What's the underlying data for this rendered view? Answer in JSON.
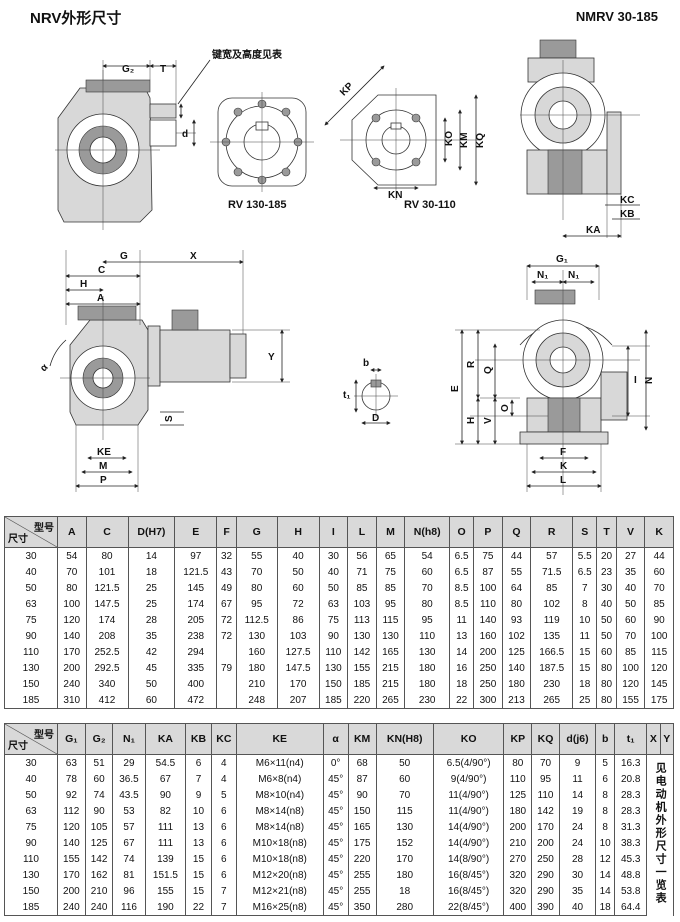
{
  "title_left": "NRV外形尺寸",
  "title_right": "NMRV 30-185",
  "drawing": {
    "key_note": "键宽及高度见表",
    "view_rv130": "RV 130-185",
    "view_rv30": "RV 30-110",
    "dims": {
      "G2": "G₂",
      "T": "T",
      "d": "d",
      "KP": "KP",
      "KO": "KO",
      "KM": "KM",
      "KQ": "KQ",
      "KN": "KN",
      "KC": "KC",
      "KB": "KB",
      "KA": "KA",
      "G": "G",
      "X": "X",
      "C": "C",
      "H": "H",
      "A": "A",
      "Y": "Y",
      "S": "S",
      "KE": "KE",
      "M": "M",
      "P": "P",
      "alpha": "α",
      "b": "b",
      "t1": "t₁",
      "D": "D",
      "G1": "G₁",
      "N1": "N₁",
      "E": "E",
      "R": "R",
      "Q": "Q",
      "V": "V",
      "O": "O",
      "I": "I",
      "N": "N",
      "F": "F",
      "K": "K",
      "L": "L"
    }
  },
  "table1": {
    "corner_top": "型号",
    "corner_bottom": "尺寸",
    "headers": [
      "A",
      "C",
      "D(H7)",
      "E",
      "F",
      "G",
      "H",
      "I",
      "L",
      "M",
      "N(h8)",
      "O",
      "P",
      "Q",
      "R",
      "S",
      "T",
      "V",
      "K"
    ],
    "rows": [
      [
        "30",
        "54",
        "80",
        "14",
        "97",
        "32",
        "55",
        "40",
        "30",
        "56",
        "65",
        "54",
        "6.5",
        "75",
        "44",
        "57",
        "5.5",
        "20",
        "27",
        "44"
      ],
      [
        "40",
        "70",
        "101",
        "18",
        "121.5",
        "43",
        "70",
        "50",
        "40",
        "71",
        "75",
        "60",
        "6.5",
        "87",
        "55",
        "71.5",
        "6.5",
        "23",
        "35",
        "60"
      ],
      [
        "50",
        "80",
        "121.5",
        "25",
        "145",
        "49",
        "80",
        "60",
        "50",
        "85",
        "85",
        "70",
        "8.5",
        "100",
        "64",
        "85",
        "7",
        "30",
        "40",
        "70"
      ],
      [
        "63",
        "100",
        "147.5",
        "25",
        "174",
        "67",
        "95",
        "72",
        "63",
        "103",
        "95",
        "80",
        "8.5",
        "110",
        "80",
        "102",
        "8",
        "40",
        "50",
        "85"
      ],
      [
        "75",
        "120",
        "174",
        "28",
        "205",
        "72",
        "112.5",
        "86",
        "75",
        "113",
        "115",
        "95",
        "11",
        "140",
        "93",
        "119",
        "10",
        "50",
        "60",
        "90"
      ],
      [
        "90",
        "140",
        "208",
        "35",
        "238",
        "72",
        "130",
        "103",
        "90",
        "130",
        "130",
        "110",
        "13",
        "160",
        "102",
        "135",
        "11",
        "50",
        "70",
        "100"
      ],
      [
        "110",
        "170",
        "252.5",
        "42",
        "294",
        "",
        "160",
        "127.5",
        "110",
        "142",
        "165",
        "130",
        "14",
        "200",
        "125",
        "166.5",
        "15",
        "60",
        "85",
        "115"
      ],
      [
        "130",
        "200",
        "292.5",
        "45",
        "335",
        "79",
        "180",
        "147.5",
        "130",
        "155",
        "215",
        "180",
        "16",
        "250",
        "140",
        "187.5",
        "15",
        "80",
        "100",
        "120"
      ],
      [
        "150",
        "240",
        "340",
        "50",
        "400",
        "",
        "210",
        "170",
        "150",
        "185",
        "215",
        "180",
        "18",
        "250",
        "180",
        "230",
        "18",
        "80",
        "120",
        "145"
      ],
      [
        "185",
        "310",
        "412",
        "60",
        "472",
        "",
        "248",
        "207",
        "185",
        "220",
        "265",
        "230",
        "22",
        "300",
        "213",
        "265",
        "25",
        "80",
        "155",
        "175"
      ]
    ]
  },
  "table2": {
    "corner_top": "型号",
    "corner_bottom": "尺寸",
    "headers": [
      "G₁",
      "G₂",
      "N₁",
      "KA",
      "KB",
      "KC",
      "KE",
      "α",
      "KM",
      "KN(H8)",
      "KO",
      "KP",
      "KQ",
      "d(j6)",
      "b",
      "t₁",
      "X",
      "Y"
    ],
    "rows": [
      [
        "30",
        "63",
        "51",
        "29",
        "54.5",
        "6",
        "4",
        "M6×11(n4)",
        "0°",
        "68",
        "50",
        "6.5(4/90°)",
        "80",
        "70",
        "9",
        "5",
        "16.3"
      ],
      [
        "40",
        "78",
        "60",
        "36.5",
        "67",
        "7",
        "4",
        "M6×8(n4)",
        "45°",
        "87",
        "60",
        "9(4/90°)",
        "110",
        "95",
        "11",
        "6",
        "20.8"
      ],
      [
        "50",
        "92",
        "74",
        "43.5",
        "90",
        "9",
        "5",
        "M8×10(n4)",
        "45°",
        "90",
        "70",
        "11(4/90°)",
        "125",
        "110",
        "14",
        "8",
        "28.3"
      ],
      [
        "63",
        "112",
        "90",
        "53",
        "82",
        "10",
        "6",
        "M8×14(n8)",
        "45°",
        "150",
        "115",
        "11(4/90°)",
        "180",
        "142",
        "19",
        "8",
        "28.3"
      ],
      [
        "75",
        "120",
        "105",
        "57",
        "111",
        "13",
        "6",
        "M8×14(n8)",
        "45°",
        "165",
        "130",
        "14(4/90°)",
        "200",
        "170",
        "24",
        "8",
        "31.3"
      ],
      [
        "90",
        "140",
        "125",
        "67",
        "111",
        "13",
        "6",
        "M10×18(n8)",
        "45°",
        "175",
        "152",
        "14(4/90°)",
        "210",
        "200",
        "24",
        "10",
        "38.3"
      ],
      [
        "110",
        "155",
        "142",
        "74",
        "139",
        "15",
        "6",
        "M10×18(n8)",
        "45°",
        "220",
        "170",
        "14(8/90°)",
        "270",
        "250",
        "28",
        "12",
        "45.3"
      ],
      [
        "130",
        "170",
        "162",
        "81",
        "151.5",
        "15",
        "6",
        "M12×20(n8)",
        "45°",
        "255",
        "180",
        "16(8/45°)",
        "320",
        "290",
        "30",
        "14",
        "48.8"
      ],
      [
        "150",
        "200",
        "210",
        "96",
        "155",
        "15",
        "7",
        "M12×21(n8)",
        "45°",
        "255",
        "18",
        "16(8/45°)",
        "320",
        "290",
        "35",
        "14",
        "53.8"
      ],
      [
        "185",
        "240",
        "240",
        "116",
        "190",
        "22",
        "7",
        "M16×25(n8)",
        "45°",
        "350",
        "280",
        "22(8/45°)",
        "400",
        "390",
        "40",
        "18",
        "64.4"
      ]
    ],
    "xy_note": "见电动机外形尺寸一览表"
  }
}
